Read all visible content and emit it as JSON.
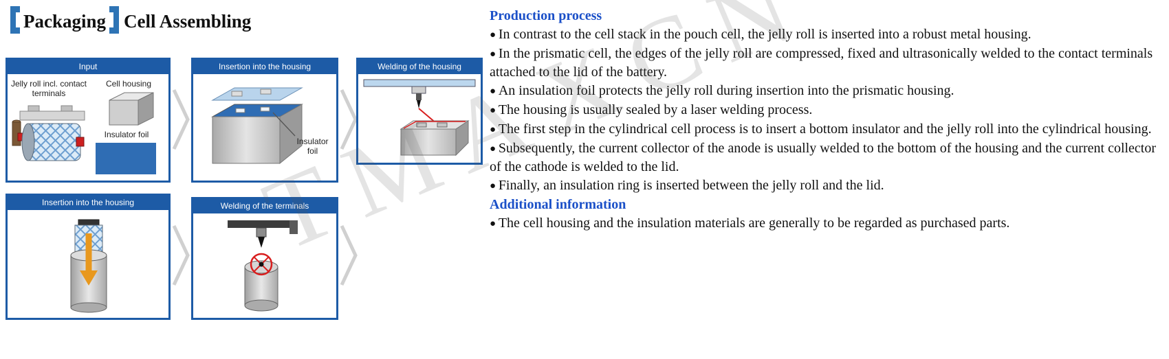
{
  "watermark": "TMAXCN",
  "header": {
    "title_left": "Packaging",
    "title_right": "Cell Assembling"
  },
  "panels": [
    {
      "title": "Input",
      "labels": {
        "jelly_roll": "Jelly roll incl. contact terminals",
        "cell_housing": "Cell housing",
        "insulator_foil": "Insulator foil"
      }
    },
    {
      "title": "Insertion into the housing",
      "labels": {
        "insulator_foil": "Insulator foil"
      }
    },
    {
      "title": "Welding of the housing"
    },
    {
      "title": "Insertion into the housing"
    },
    {
      "title": "Welding of the terminals"
    }
  ],
  "content": {
    "sections": [
      {
        "heading": "Production process",
        "bullets": [
          "In contrast to the cell stack in the pouch cell, the jelly roll is inserted into a robust metal housing.",
          "In the prismatic cell, the edges of the jelly roll are compressed, fixed and ultrasonically welded to the contact terminals attached to the lid of the battery.",
          "An insulation foil protects the jelly roll during insertion into the prismatic housing.",
          "The housing is usually sealed by a laser welding process.",
          "The first step in the cylindrical cell process is to insert a bottom insulator and the jelly roll into the cylindrical housing.",
          "Subsequently, the current collector of the anode is usually welded to the bottom of the housing and the current collector of the cathode is welded to the lid.",
          "Finally, an insulation ring is inserted between the jelly roll and the lid."
        ]
      },
      {
        "heading": "Additional information",
        "bullets": [
          "The cell housing and the insulation materials are generally to be regarded as purchased parts."
        ]
      }
    ]
  },
  "colors": {
    "panel_blue": "#1d5ba6",
    "heading_blue": "#1b50c8",
    "foil_blue": "#2f6db4",
    "bracket_blue": "#2e74b5",
    "laser_red": "#d81e1e",
    "arrow_orange": "#e8981e"
  }
}
